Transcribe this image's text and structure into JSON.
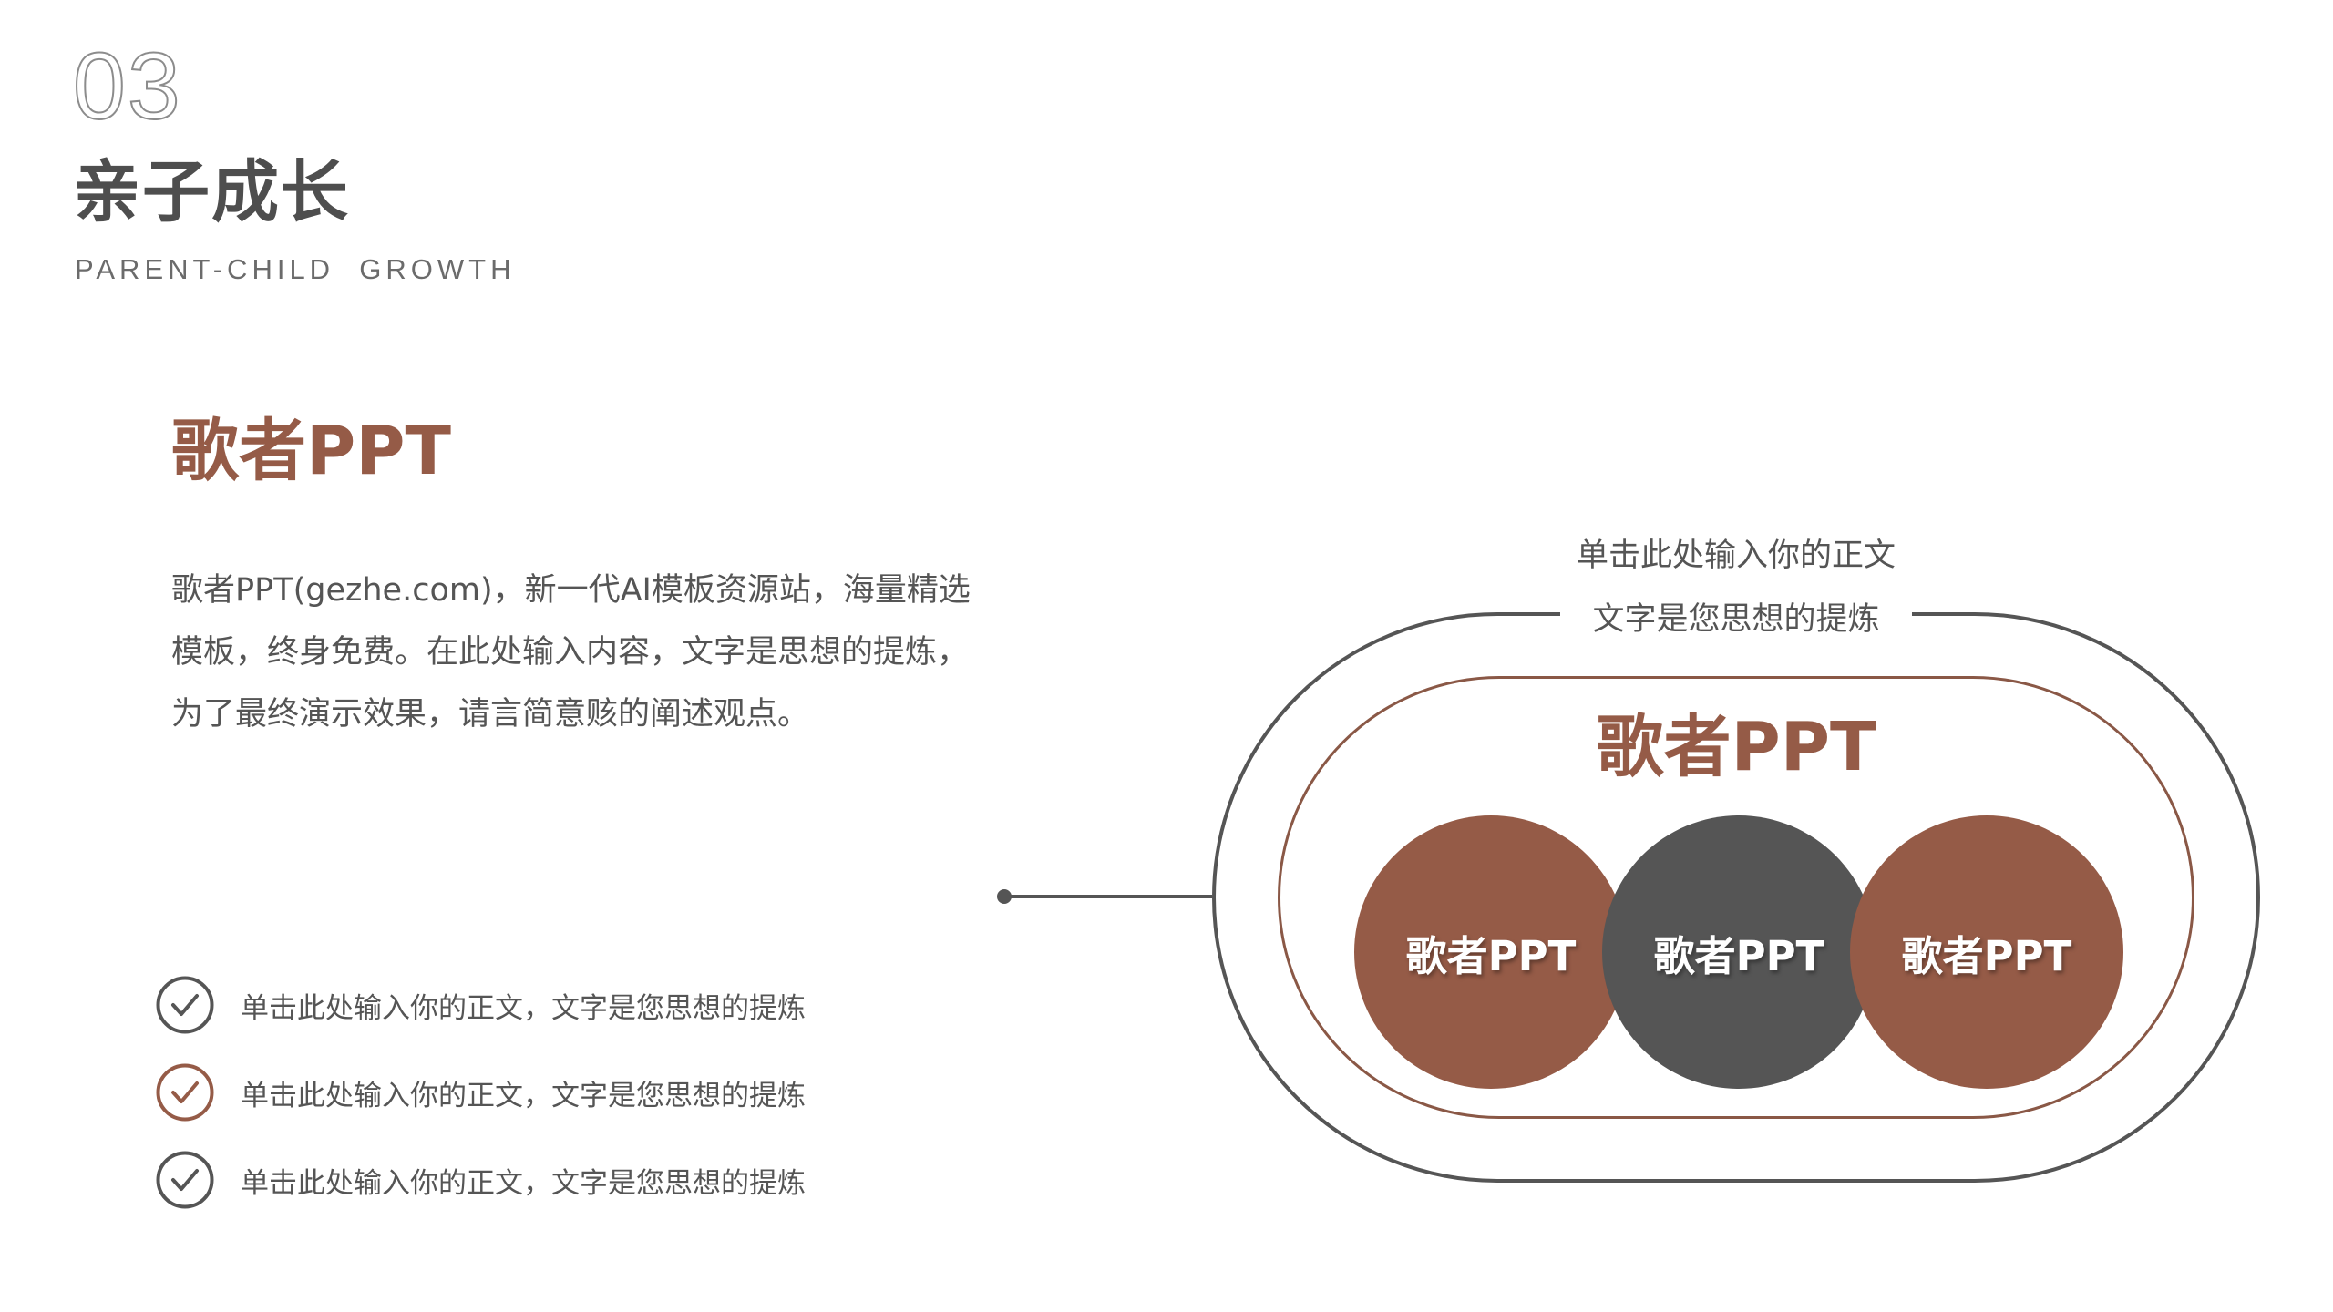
{
  "header": {
    "number": "03",
    "title": "亲子成长",
    "subtitle": "PARENT-CHILD  GROWTH"
  },
  "left": {
    "title": "歌者PPT",
    "paragraph": "歌者PPT(gezhe.com)，新一代AI模板资源站，海量精选模板，终身免费。在此处输入内容，文字是思想的提炼，为了最终演示效果，请言简意赅的阐述观点。",
    "checklist": [
      {
        "label": "单击此处输入你的正文，文字是您思想的提炼",
        "icon": "check-circle-icon",
        "color": "#555555"
      },
      {
        "label": "单击此处输入你的正文，文字是您思想的提炼",
        "icon": "check-circle-icon",
        "color": "#955b47"
      },
      {
        "label": "单击此处输入你的正文，文字是您思想的提炼",
        "icon": "check-circle-icon",
        "color": "#555555"
      }
    ]
  },
  "diagram": {
    "caption_line1": "单击此处输入你的正文",
    "caption_line2": "文字是您思想的提炼",
    "center_title": "歌者PPT",
    "circles": [
      {
        "label": "歌者PPT",
        "color": "#955b47"
      },
      {
        "label": "歌者PPT",
        "color": "#555555"
      },
      {
        "label": "歌者PPT",
        "color": "#955b47"
      }
    ]
  },
  "colors": {
    "accent": "#955b47",
    "dark": "#555555",
    "text": "#555555"
  }
}
